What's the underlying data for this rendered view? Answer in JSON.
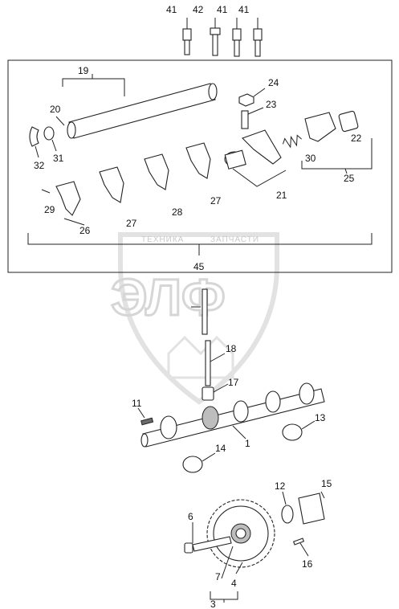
{
  "watermark": {
    "top_text": "ТЕХНИКА",
    "top_text_right": "ЗАПЧАСТИ",
    "big_text": "ЭЛФ"
  },
  "callouts": [
    {
      "id": "c41a",
      "label": "41"
    },
    {
      "id": "c42",
      "label": "42"
    },
    {
      "id": "c41b",
      "label": "41"
    },
    {
      "id": "c41c",
      "label": "41"
    },
    {
      "id": "c19",
      "label": "19"
    },
    {
      "id": "c20",
      "label": "20"
    },
    {
      "id": "c24",
      "label": "24"
    },
    {
      "id": "c23",
      "label": "23"
    },
    {
      "id": "c22",
      "label": "22"
    },
    {
      "id": "c30",
      "label": "30"
    },
    {
      "id": "c25",
      "label": "25"
    },
    {
      "id": "c32",
      "label": "32"
    },
    {
      "id": "c31",
      "label": "31"
    },
    {
      "id": "c21",
      "label": "21"
    },
    {
      "id": "c27a",
      "label": "27"
    },
    {
      "id": "c29",
      "label": "29"
    },
    {
      "id": "c28",
      "label": "28"
    },
    {
      "id": "c27b",
      "label": "27"
    },
    {
      "id": "c26",
      "label": "26"
    },
    {
      "id": "c45",
      "label": "45"
    },
    {
      "id": "c18",
      "label": "18"
    },
    {
      "id": "c17",
      "label": "17"
    },
    {
      "id": "c11",
      "label": "11"
    },
    {
      "id": "c13",
      "label": "13"
    },
    {
      "id": "c1",
      "label": "1"
    },
    {
      "id": "c14",
      "label": "14"
    },
    {
      "id": "c12",
      "label": "12"
    },
    {
      "id": "c15",
      "label": "15"
    },
    {
      "id": "c6",
      "label": "6"
    },
    {
      "id": "c16",
      "label": "16"
    },
    {
      "id": "c7",
      "label": "7"
    },
    {
      "id": "c4",
      "label": "4"
    },
    {
      "id": "c3",
      "label": "3"
    }
  ]
}
